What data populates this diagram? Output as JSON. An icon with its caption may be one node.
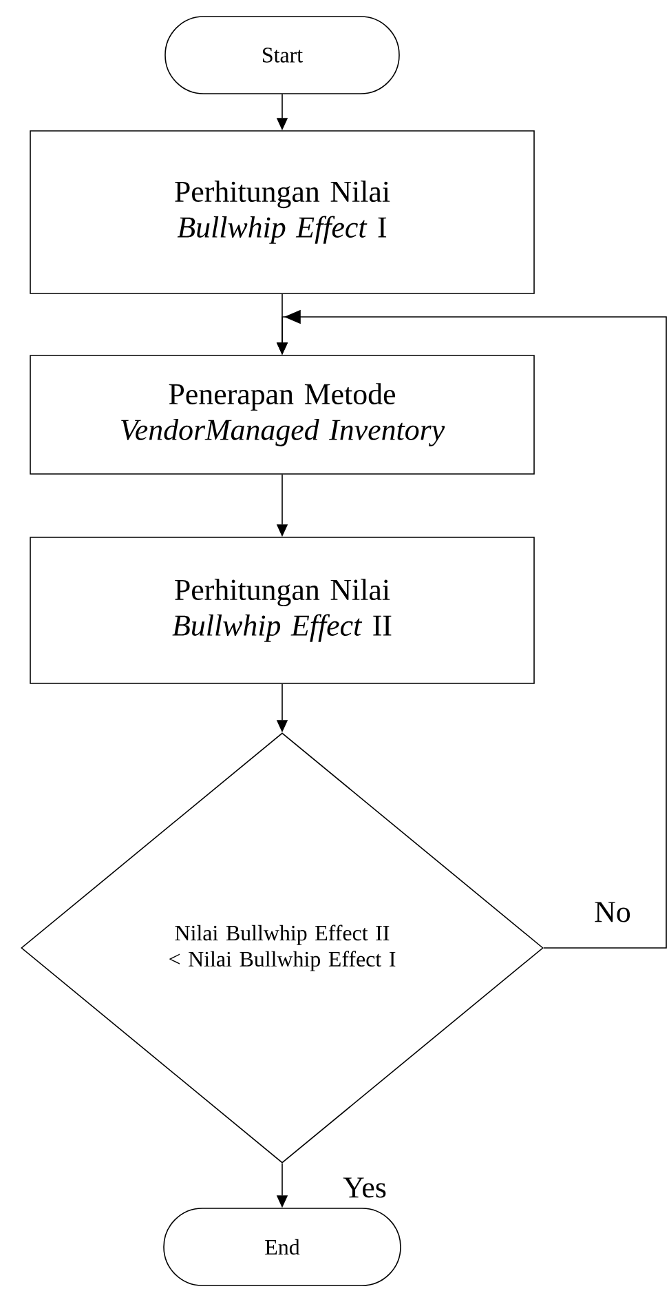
{
  "diagram": {
    "nodes": [
      {
        "text": [
          "Start"
        ]
      },
      {
        "text": [
          "Perhitungan Nilai *Bullwhip Effect* I"
        ]
      },
      {
        "text": [
          "Penerapan Metode *VendorManaged Inventory*"
        ]
      },
      {
        "text": [
          "Perhitungan Nilai *Bullwhip Effect* II"
        ]
      },
      {
        "text": [
          "Nilai Bullwhip Effect II < Nilai Bullwhip Effect I"
        ]
      },
      {
        "text": [
          "End"
        ]
      }
    ],
    "edges": [
      {
        "from": 0,
        "to": 1,
        "arrow": "to"
      },
      {
        "from": 1,
        "to": 2,
        "arrow": "to"
      },
      {
        "from": 2,
        "to": 3,
        "arrow": "to"
      },
      {
        "from": 3,
        "to": 4,
        "arrow": "to"
      },
      {
        "from": 4,
        "to": 5,
        "arrow": "to",
        "label": "Yes"
      },
      {
        "from": 4,
        "to": 2,
        "arrow": "to",
        "label": "No"
      }
    ]
  }
}
